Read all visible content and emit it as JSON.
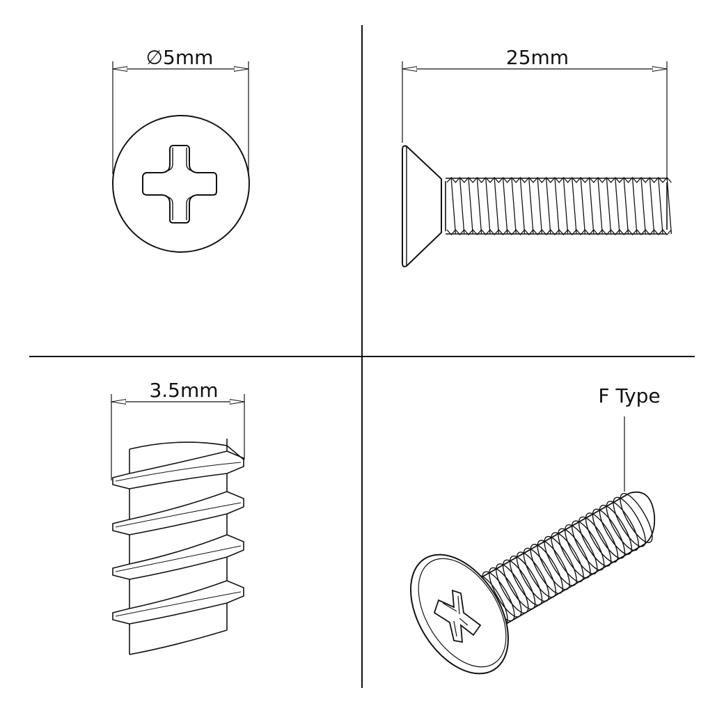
{
  "labels": {
    "head_diameter": "∅5mm",
    "length": "25mm",
    "thread_pitch": "3.5mm",
    "type": "F Type"
  },
  "colors": {
    "ink": "#111111",
    "background": "#ffffff"
  }
}
